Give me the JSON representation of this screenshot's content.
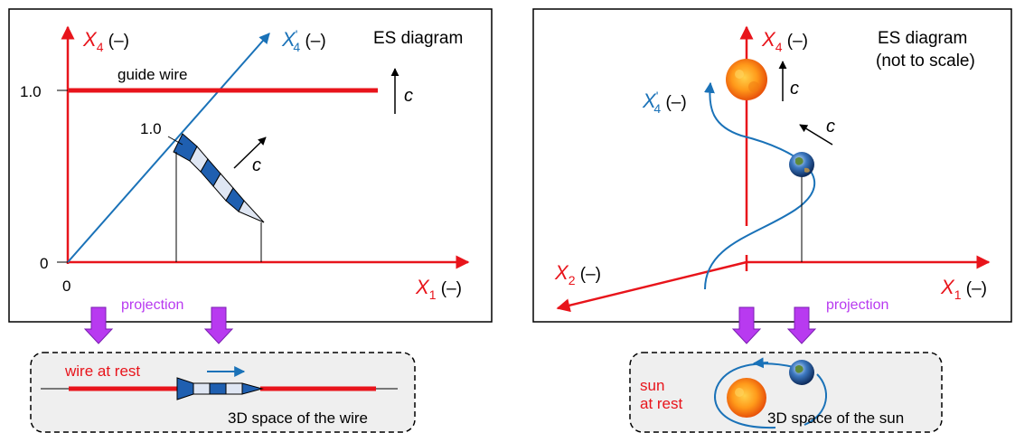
{
  "left": {
    "axis_y": {
      "symbol": "X",
      "sub": "4",
      "unit": " (–)"
    },
    "axis_x": {
      "symbol": "X",
      "sub": "1",
      "unit": " (–)"
    },
    "axis_moving": {
      "symbol": "X",
      "prime": "'",
      "sub": "4",
      "unit": " (–)"
    },
    "title": "ES diagram",
    "tick_y_1": "1.0",
    "tick_y_0": "0",
    "tick_x_0": "0",
    "guide_wire": "guide wire",
    "speed_c": "c",
    "rocket_label": "1.0",
    "projection": "projection",
    "space_label": "3D space of the wire",
    "wire_at_rest": "wire at rest"
  },
  "right": {
    "axis_y": {
      "symbol": "X",
      "sub": "4",
      "unit": " (–)"
    },
    "axis_x": {
      "symbol": "X",
      "sub": "1",
      "unit": " (–)"
    },
    "axis_z": {
      "symbol": "X",
      "sub": "2",
      "unit": " (–)"
    },
    "axis_moving": {
      "symbol": "X",
      "prime": "'",
      "sub": "4",
      "unit": " (–)"
    },
    "title_line1": "ES diagram",
    "title_line2": "(not to scale)",
    "speed_c": "c",
    "projection": "projection",
    "sun_line1": "sun",
    "sun_line2": "at rest",
    "space_label": "3D space of the sun"
  },
  "colors": {
    "red": "#e8141b",
    "blue": "#1a72b8",
    "dark_blue": "#1f5fb0",
    "light_blue": "#dfe6f3",
    "purple": "#b83af0",
    "panel_bg": "#efefef"
  }
}
